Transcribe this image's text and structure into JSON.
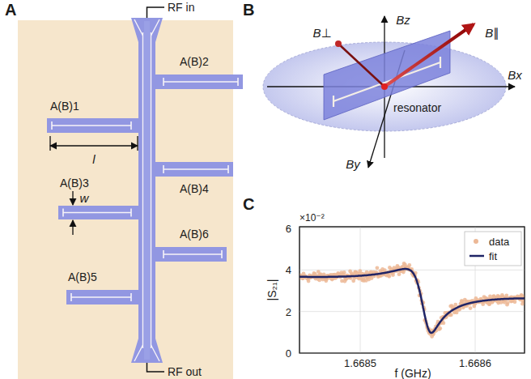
{
  "diagram": {
    "labels": [
      "A",
      "RF in",
      "A(B)1",
      "A(B)2",
      "l",
      "A(B)3",
      "w",
      "A(B)4",
      "A(B)5",
      "A(B)6",
      "RF out",
      "B",
      "Bz",
      "B∥",
      "B⊥",
      "Bx",
      "resonator",
      "By",
      "C",
      "×10⁻²",
      "6",
      "4",
      "2",
      "0",
      "|S₂₁|",
      "1.6685",
      "1.6686",
      "f (GHz)"
    ],
    "legend": [
      {
        "text": "data"
      },
      {
        "text": "fit"
      }
    ]
  }
}
